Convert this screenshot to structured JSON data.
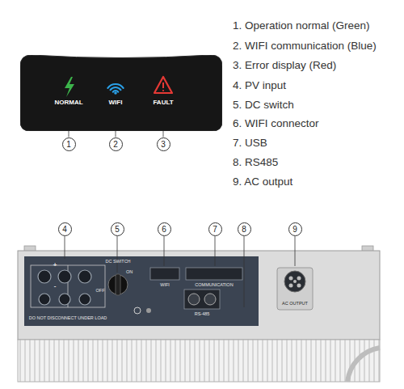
{
  "diagram": {
    "nodes": [
      {
        "text": [
          "NORMAL",
          "WIFI",
          "FAULT"
        ]
      },
      {
        "text": [
          "1"
        ]
      },
      {
        "text": [
          "2"
        ]
      },
      {
        "text": [
          "3"
        ]
      },
      {
        "text": [
          "4"
        ]
      },
      {
        "text": [
          "5"
        ]
      },
      {
        "text": [
          "6"
        ]
      },
      {
        "text": [
          "7"
        ]
      },
      {
        "text": [
          "8"
        ]
      },
      {
        "text": [
          "9"
        ]
      }
    ],
    "edges": [
      {
        "from": 1,
        "to": 0,
        "arrow": "none"
      },
      {
        "from": 2,
        "to": 0,
        "arrow": "none"
      },
      {
        "from": 3,
        "to": 0,
        "arrow": "none"
      }
    ],
    "labels": [
      "1. Operation normal (Green)",
      "2. WIFI communication (Blue)",
      "3. Error display (Red)",
      "4. PV input",
      "5. DC switch",
      "6. WIFI connector",
      "7. USB",
      "8. RS485",
      "9. AC output",
      "DC SWITCH",
      "ON",
      "OFF",
      "WIFI",
      "COMMUNICATION",
      "RS-485",
      "AC OUTPUT",
      "DO NOT DISCONNECT UNDER LOAD",
      "+",
      "-"
    ]
  }
}
